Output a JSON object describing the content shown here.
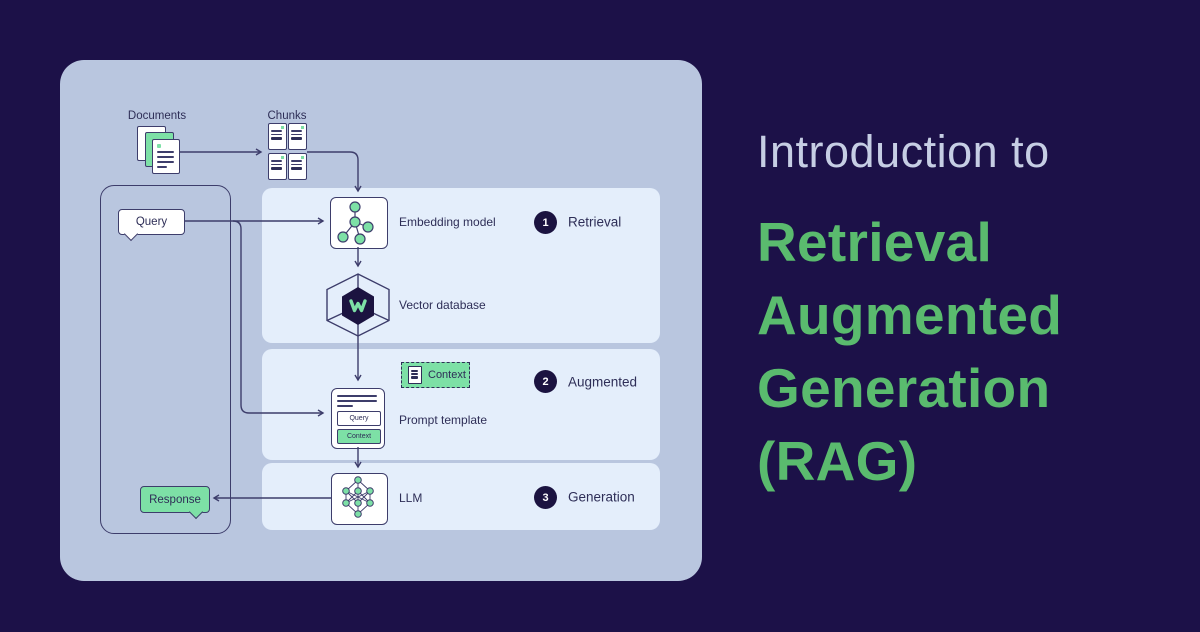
{
  "colors": {
    "background": "#1c1148",
    "panel": "#b9c6df",
    "step_panel": "#e4eefb",
    "line_navy": "#3d3d6b",
    "text_navy": "#2e2e57",
    "badge_navy": "#1b1340",
    "mint_green": "#7de0a6",
    "heading_green": "#5abb6e",
    "heading_intro": "#c6cee4"
  },
  "title": {
    "intro": "Introduction to",
    "headline_lines": [
      "Retrieval",
      "Augmented",
      "Generation",
      "(RAG)"
    ]
  },
  "diagram": {
    "documents_label": "Documents",
    "chunks_label": "Chunks",
    "query_bubble": "Query",
    "response_bubble": "Response",
    "steps": [
      {
        "number": "1",
        "label": "Retrieval",
        "node_label": "Embedding model",
        "secondary_node_label": "Vector database"
      },
      {
        "number": "2",
        "label": "Augmented",
        "node_label": "Prompt template",
        "chip_label": "Context"
      },
      {
        "number": "3",
        "label": "Generation",
        "node_label": "LLM"
      }
    ],
    "prompt_fields": {
      "query": "Query",
      "context": "Context"
    },
    "icons": {
      "documents": "document-stack-icon",
      "chunks": "chunk-grid-icon",
      "embedding": "graph-nodes-icon",
      "vector_database": "weaviate-hexagon-icon",
      "context": "document-icon",
      "llm": "neural-network-icon",
      "query": "speech-bubble-icon",
      "response": "speech-bubble-icon"
    }
  }
}
